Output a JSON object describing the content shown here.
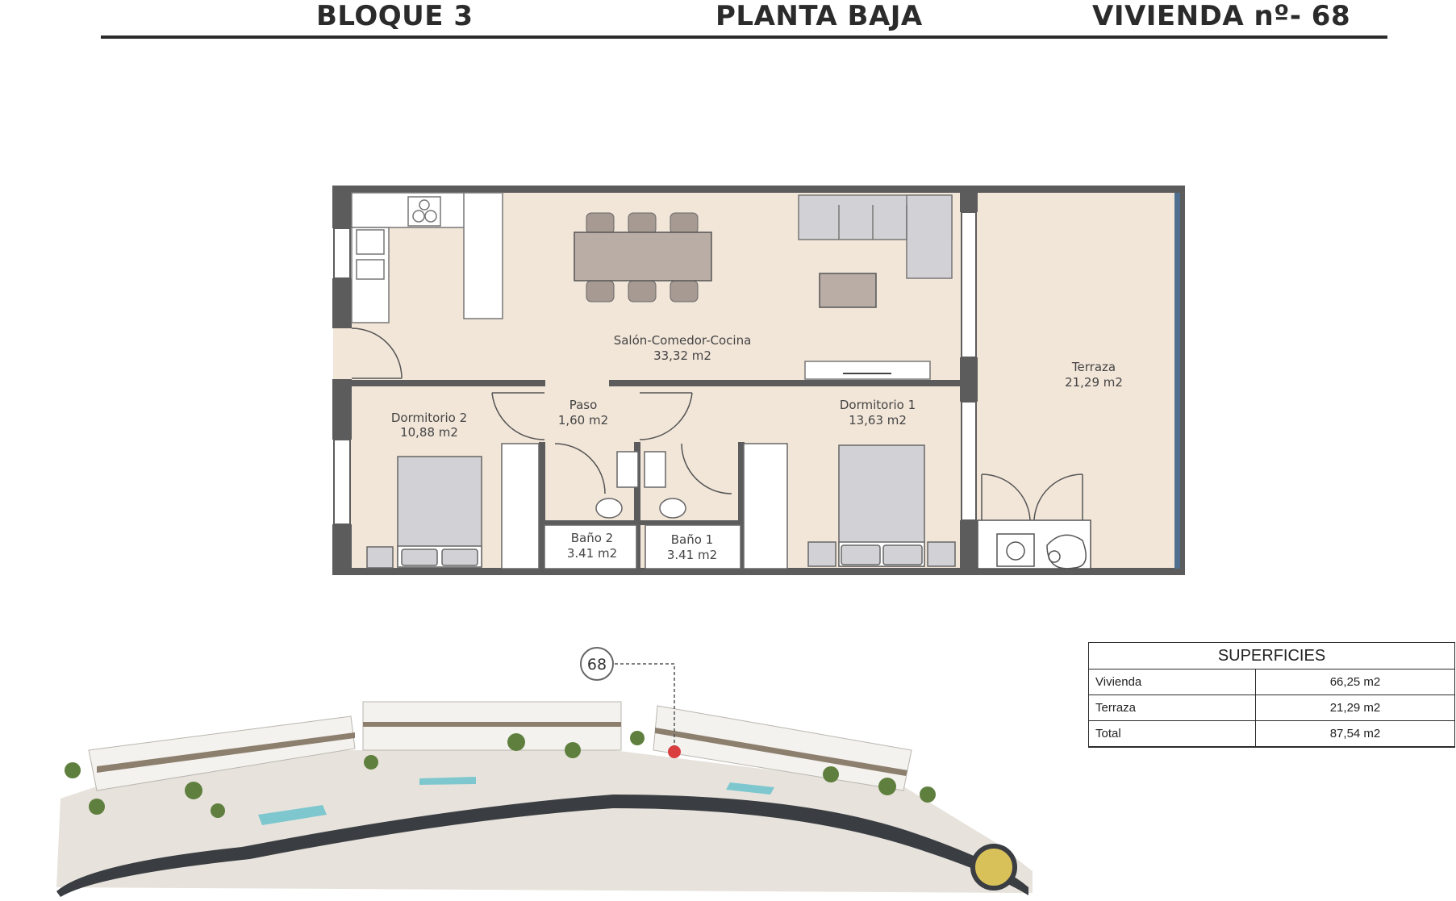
{
  "header": {
    "bloque": "BLOQUE 3",
    "planta": "PLANTA BAJA",
    "vivienda": "VIVIENDA nº- 68"
  },
  "rooms": {
    "salon": {
      "name": "Salón-Comedor-Cocina",
      "area": "33,32 m2"
    },
    "terraza": {
      "name": "Terraza",
      "area": "21,29 m2"
    },
    "paso": {
      "name": "Paso",
      "area": "1,60 m2"
    },
    "dormitorio2": {
      "name": "Dormitorio 2",
      "area": "10,88 m2"
    },
    "dormitorio1": {
      "name": "Dormitorio 1",
      "area": "13,63 m2"
    },
    "bano2": {
      "name": "Baño 2",
      "area": "3.41 m2"
    },
    "bano1": {
      "name": "Baño 1",
      "area": "3.41 m2"
    }
  },
  "locator": {
    "unit_number": "68"
  },
  "superficies": {
    "title": "SUPERFICIES",
    "rows": [
      {
        "label": "Vivienda",
        "value": "66,25 m2"
      },
      {
        "label": "Terraza",
        "value": "21,29 m2"
      },
      {
        "label": "Total",
        "value": "87,54 m2"
      }
    ]
  },
  "colors": {
    "floor": "#f2e6d9",
    "wall": "#5c5c5c",
    "furniture_grey": "#d2d2d6",
    "table": "#b9ada5"
  }
}
